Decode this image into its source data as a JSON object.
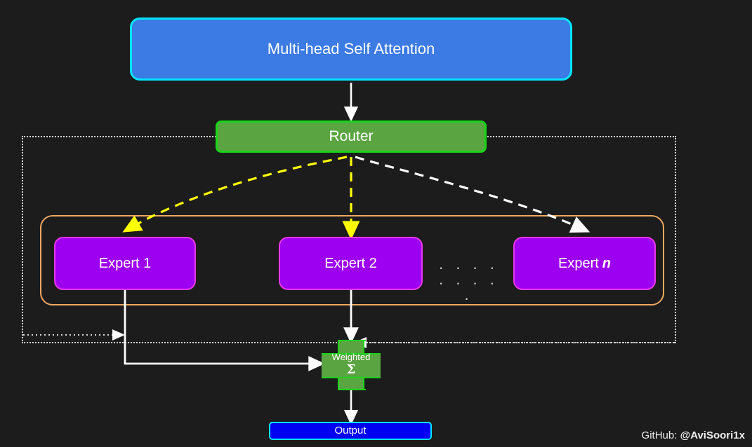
{
  "diagram": {
    "title": "Mixture of Experts block",
    "background_color": "#1c1c1c",
    "attention": {
      "label": "Multi-head Self Attention",
      "fill": "#3c7ae4",
      "border": "#00e5ff"
    },
    "router": {
      "label": "Router",
      "fill": "#5aa542",
      "border": "#19d419"
    },
    "experts": [
      {
        "label": "Expert 1",
        "emphasis": ""
      },
      {
        "label": "Expert 2",
        "emphasis": ""
      },
      {
        "label": "Expert",
        "emphasis": "n"
      }
    ],
    "expert_ellipsis": ". . . . . . . . .",
    "expert_style": {
      "fill": "#9d00f0",
      "border": "#e838e8",
      "group_border": "#efa861"
    },
    "weighted_sum": {
      "label": "Weighted",
      "symbol": "Σ",
      "fill": "#5aa542",
      "border": "#19d419"
    },
    "output": {
      "label": "Output",
      "fill": "#0000f2",
      "border": "#00e5ff"
    },
    "boundary": {
      "style": "dotted",
      "color": "#d8d8d8"
    },
    "edges": {
      "attention_to_router": {
        "color": "#ffffff",
        "style": "solid"
      },
      "router_to_expert_1": {
        "color": "#ffff00",
        "style": "dashed"
      },
      "router_to_expert_2": {
        "color": "#ffff00",
        "style": "dashed"
      },
      "router_to_expert_n": {
        "color": "#ffffff",
        "style": "dashed"
      },
      "expert_1_to_sum": {
        "color": "#ffffff",
        "style": "solid"
      },
      "expert_2_to_sum": {
        "color": "#ffffff",
        "style": "solid"
      },
      "boundary_to_expert_1_line": {
        "color": "#d8d8d8",
        "style": "dotted"
      },
      "boundary_to_expert_2_line": {
        "color": "#d8d8d8",
        "style": "dotted"
      },
      "sum_to_output": {
        "color": "#ffffff",
        "style": "solid"
      }
    }
  },
  "credit": {
    "prefix": "GitHub: ",
    "handle": "@AviSoori1x"
  }
}
